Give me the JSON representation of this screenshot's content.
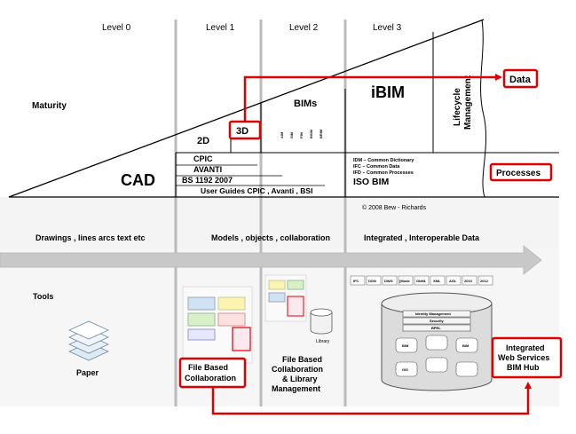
{
  "levels": [
    "Level 0",
    "Level 1",
    "Level 2",
    "Level 3"
  ],
  "maturity_label": "Maturity",
  "cad_label": "CAD",
  "level1": {
    "box_2d": "2D",
    "box_3d": "3D"
  },
  "bims": {
    "title": "BIMs",
    "vertical": [
      "AIM",
      "SIM",
      "FIM",
      "BSIM",
      "BRIM"
    ]
  },
  "ibim_label": "iBIM",
  "lifecycle_label": [
    "Lifecycle",
    "Management"
  ],
  "data_callout": "Data",
  "processes_callout": "Processes",
  "standards": [
    "CPIC",
    "AVANTI",
    "BS 1192 2007",
    "User Guides CPIC , Avanti , BSI"
  ],
  "idm_lines": [
    "IDM – Common Dictionary",
    "IFC – Common Data",
    "IFD – Common Processes"
  ],
  "iso_bim": "ISO BIM",
  "copyright": "© 2008 Bew - Richards",
  "row_labels": {
    "drawings": "Drawings ,  lines arcs text etc",
    "models": "Models , objects , collaboration",
    "integrated": "Integrated ,  Interoperable Data"
  },
  "tools_label": "Tools",
  "paper_label": "Paper",
  "file_collab": [
    "File Based",
    "Collaboration"
  ],
  "file_collab_library": [
    "File Based",
    "Collaboration",
    "& Library",
    "Management"
  ],
  "library_label": "Library",
  "hub_callout": [
    "Integrated",
    "Web Services",
    "BIM Hub"
  ],
  "formats": [
    "IFC",
    "DGN",
    "DWG",
    "[Mode",
    "GbML",
    "XML",
    "AGL",
    "2010",
    "2012"
  ],
  "hub_bars": [
    "Identity Management",
    "Security",
    "BPEL"
  ],
  "hub_cells": [
    "BIM",
    "",
    "BIM",
    "",
    "GIS",
    ""
  ],
  "colors": {
    "accent": "#dd0000",
    "arrow_band": "#c8c8c8",
    "line": "#000000",
    "divider": "#bbbbbb"
  }
}
